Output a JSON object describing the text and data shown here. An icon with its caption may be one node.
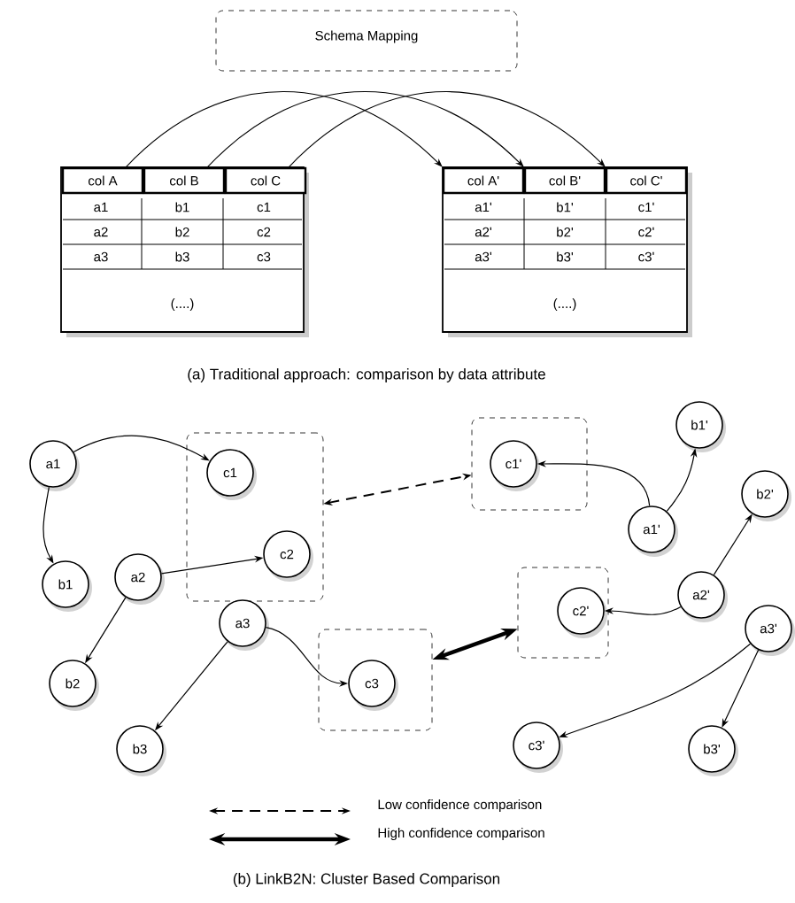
{
  "diagram": {
    "nodes": [
      {
        "text": [
          "Schema Mapping"
        ]
      },
      {
        "text": [],
        "shape": "box"
      },
      {
        "text": [
          "col A"
        ],
        "in": 1
      },
      {
        "text": [
          "col B"
        ],
        "in": 1
      },
      {
        "text": [
          "col C"
        ],
        "in": 1
      },
      {
        "text": [],
        "shape": "box"
      },
      {
        "text": [
          "col A'"
        ],
        "in": 5
      },
      {
        "text": [
          "col B'"
        ],
        "in": 5
      },
      {
        "text": [
          "col C'"
        ],
        "in": 5
      },
      {
        "text": [
          "a1"
        ]
      },
      {
        "text": [],
        "shape": "box"
      },
      {
        "text": [
          "c1"
        ],
        "in": 10
      },
      {
        "text": [
          "c2"
        ],
        "in": 10
      },
      {
        "text": [
          "b1"
        ]
      },
      {
        "text": [
          "a2"
        ]
      },
      {
        "text": [
          "b2"
        ]
      },
      {
        "text": [
          "a3"
        ]
      },
      {
        "text": [],
        "shape": "box"
      },
      {
        "text": [
          "c3"
        ],
        "in": 17
      },
      {
        "text": [
          "b3"
        ]
      },
      {
        "text": [],
        "shape": "box"
      },
      {
        "text": [
          "c1'"
        ],
        "in": 20
      },
      {
        "text": [
          "b1'"
        ]
      },
      {
        "text": [
          "a1'"
        ]
      },
      {
        "text": [
          "b2'"
        ]
      },
      {
        "text": [],
        "shape": "box"
      },
      {
        "text": [
          "c2'"
        ],
        "in": 25
      },
      {
        "text": [
          "a2'"
        ]
      },
      {
        "text": [
          "a3'"
        ]
      },
      {
        "text": [
          "c3'"
        ]
      },
      {
        "text": [
          "b3'"
        ]
      }
    ],
    "edges": [
      {
        "from": 2,
        "to": 6,
        "arrow": "to"
      },
      {
        "from": 3,
        "to": 7,
        "arrow": "to"
      },
      {
        "from": 4,
        "to": 8,
        "arrow": "to"
      },
      {
        "from": 9,
        "to": 11,
        "arrow": "to"
      },
      {
        "from": 9,
        "to": 13,
        "arrow": "to"
      },
      {
        "from": 14,
        "to": 12,
        "arrow": "to"
      },
      {
        "from": 14,
        "to": 15,
        "arrow": "to"
      },
      {
        "from": 16,
        "to": 18,
        "arrow": "to"
      },
      {
        "from": 16,
        "to": 19,
        "arrow": "to"
      },
      {
        "from": 23,
        "to": 21,
        "arrow": "to"
      },
      {
        "from": 23,
        "to": 22,
        "arrow": "to"
      },
      {
        "from": 27,
        "to": 24,
        "arrow": "to"
      },
      {
        "from": 27,
        "to": 26,
        "arrow": "to"
      },
      {
        "from": 28,
        "to": 29,
        "arrow": "to"
      },
      {
        "from": 28,
        "to": 30,
        "arrow": "to"
      },
      {
        "from": 10,
        "to": 20,
        "arrow": "both",
        "style": "dashed"
      },
      {
        "from": 17,
        "to": 25,
        "arrow": "both",
        "style": "thick"
      }
    ],
    "labels": [
      "a1",
      "b1",
      "c1",
      "a2",
      "b2",
      "c2",
      "a3",
      "b3",
      "c3",
      "(....)",
      "a1'",
      "b1'",
      "c1'",
      "a2'",
      "b2'",
      "c2'",
      "a3'",
      "b3'",
      "c3'",
      "(....)",
      "(a) Traditional approach: comparison by data attribute",
      "(b) LinkB2N: Cluster Based Comparison"
    ],
    "legend": [
      {
        "text": "Low confidence comparison"
      },
      {
        "text": "High confidence comparison"
      }
    ]
  }
}
